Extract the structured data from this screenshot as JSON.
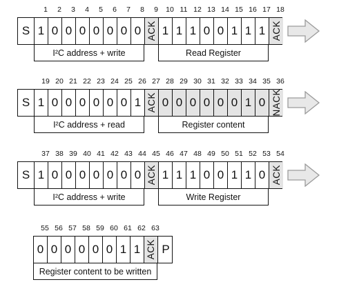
{
  "rows": [
    {
      "indices": [
        "1",
        "2",
        "3",
        "4",
        "5",
        "6",
        "7",
        "8",
        "9",
        "10",
        "11",
        "12",
        "13",
        "14",
        "15",
        "16",
        "17",
        "18"
      ],
      "cells": [
        "S",
        "1",
        "0",
        "0",
        "0",
        "0",
        "0",
        "0",
        "0",
        "ACK",
        "1",
        "1",
        "1",
        "0",
        "0",
        "1",
        "1",
        "1",
        "ACK"
      ],
      "labels": [
        "I²C address + write",
        "Read Register"
      ],
      "arrow": "right-arrow-icon"
    },
    {
      "indices": [
        "19",
        "20",
        "21",
        "22",
        "23",
        "24",
        "25",
        "26",
        "27",
        "28",
        "29",
        "30",
        "31",
        "32",
        "33",
        "34",
        "35",
        "36"
      ],
      "cells": [
        "S",
        "1",
        "0",
        "0",
        "0",
        "0",
        "0",
        "0",
        "1",
        "ACK",
        "0",
        "0",
        "0",
        "0",
        "0",
        "0",
        "1",
        "0",
        "NACK"
      ],
      "labels": [
        "I²C address + read",
        "Register content"
      ],
      "arrow": "right-arrow-icon"
    },
    {
      "indices": [
        "37",
        "38",
        "39",
        "40",
        "41",
        "42",
        "43",
        "44",
        "45",
        "46",
        "47",
        "48",
        "49",
        "50",
        "51",
        "52",
        "53",
        "54"
      ],
      "cells": [
        "S",
        "1",
        "0",
        "0",
        "0",
        "0",
        "0",
        "0",
        "0",
        "ACK",
        "1",
        "1",
        "1",
        "0",
        "0",
        "1",
        "1",
        "0",
        "ACK"
      ],
      "labels": [
        "I²C address + write",
        "Write Register"
      ],
      "arrow": "right-arrow-icon"
    }
  ],
  "last_row": {
    "indices": [
      "55",
      "56",
      "57",
      "58",
      "59",
      "60",
      "61",
      "62",
      "63"
    ],
    "cells": [
      "0",
      "0",
      "0",
      "0",
      "0",
      "0",
      "1",
      "1",
      "ACK",
      "P"
    ],
    "label": "Register content to be written"
  },
  "colors": {
    "ack_fill": "#e4e4e4",
    "arrow_fill": "#e8e8e8",
    "arrow_stroke": "#9a9a9a"
  }
}
